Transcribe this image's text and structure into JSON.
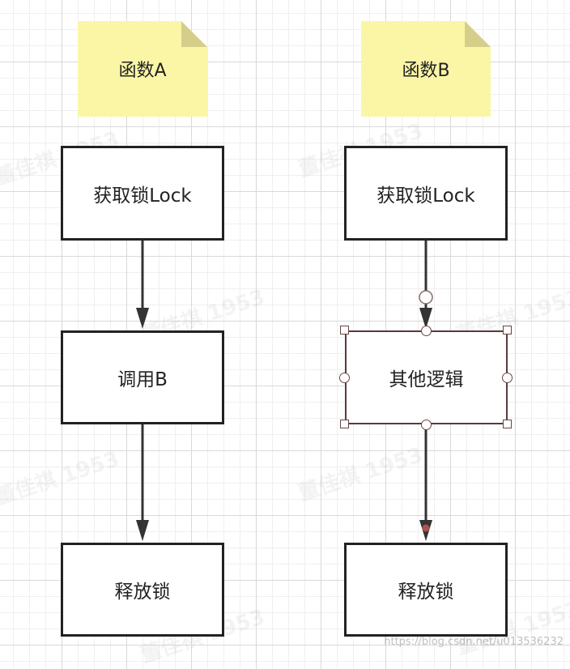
{
  "diagram": {
    "left": {
      "note": "函数A",
      "step1": "获取锁Lock",
      "step2": "调用B",
      "step3": "释放锁"
    },
    "right": {
      "note": "函数B",
      "step1": "获取锁Lock",
      "step2": "其他逻辑",
      "step3": "释放锁"
    }
  },
  "watermark": {
    "text": "董佳祺 1953",
    "url": "https://blog.csdn.net/u013536232"
  }
}
